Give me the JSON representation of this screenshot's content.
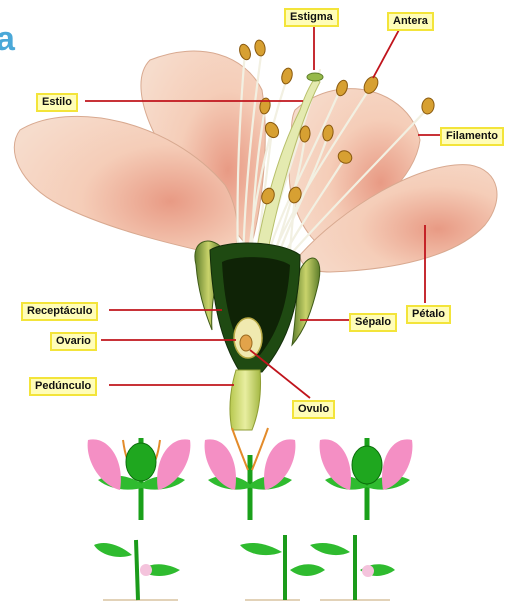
{
  "title_fragment": "a",
  "labels": {
    "estigma": "Estigma",
    "antera": "Antera",
    "estilo": "Estilo",
    "filamento": "Filamento",
    "receptaculo": "Receptáculo",
    "ovario": "Ovario",
    "pedunculo": "Pedúnculo",
    "ovulo": "Ovulo",
    "sepalo": "Sépalo",
    "petalo": "Pétalo"
  },
  "colors": {
    "label_bg": "#fffdb8",
    "label_border": "#f3e43a",
    "pointer_line": "#c0141c",
    "petal": "#f1c6b3",
    "pistil_green": "#2f6b1e",
    "anther": "#d39a2c",
    "title_blue": "#4aa8d8"
  }
}
